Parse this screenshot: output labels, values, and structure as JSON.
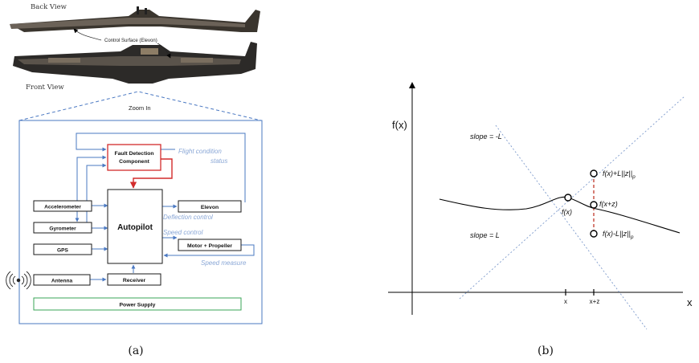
{
  "left": {
    "photos": {
      "back_view_label": "Back View",
      "front_view_label": "Front View",
      "control_surface_label": "Control Surface (Elevon)"
    },
    "zoom_label": "Zoom In",
    "blocks": {
      "fault_detection_line1": "Fault Detection",
      "fault_detection_line2": "Component",
      "accelerometer": "Accelerometer",
      "gyrometer": "Gyrometer",
      "gps": "GPS",
      "antenna": "Antenna",
      "autopilot": "Autopilot",
      "receiver": "Receiver",
      "elevon": "Elevon",
      "motor": "Motor + Propeller",
      "power_supply": "Power Supply"
    },
    "signals": {
      "flight_condition_line1": "Flight condition",
      "flight_condition_line2": "status",
      "deflection_control": "Deflection control",
      "speed_control": "Speed control",
      "speed_measure": "Speed measure"
    },
    "caption": "(a)"
  },
  "right": {
    "y_axis_label": "f(x)",
    "x_axis_label": "x",
    "slope_neg": "slope = -L",
    "slope_pos": "slope = L",
    "point_fx": "f(x)",
    "point_fxz": "f(x+z)",
    "upper_bound": "f(x)+L||z||",
    "upper_bound_sub": "p",
    "lower_bound": "f(x)-L||z||",
    "lower_bound_sub": "p",
    "tick_x": "x",
    "tick_xz": "x+z",
    "caption": "(b)"
  },
  "colors": {
    "wire_blue": "#4a78c2",
    "fault_red": "#d22b2b",
    "power_green": "#3aa657",
    "signal_label": "#8aa7d6",
    "dashed_lines": "#7e9bcc",
    "bound_dash_red": "#c0392b"
  }
}
